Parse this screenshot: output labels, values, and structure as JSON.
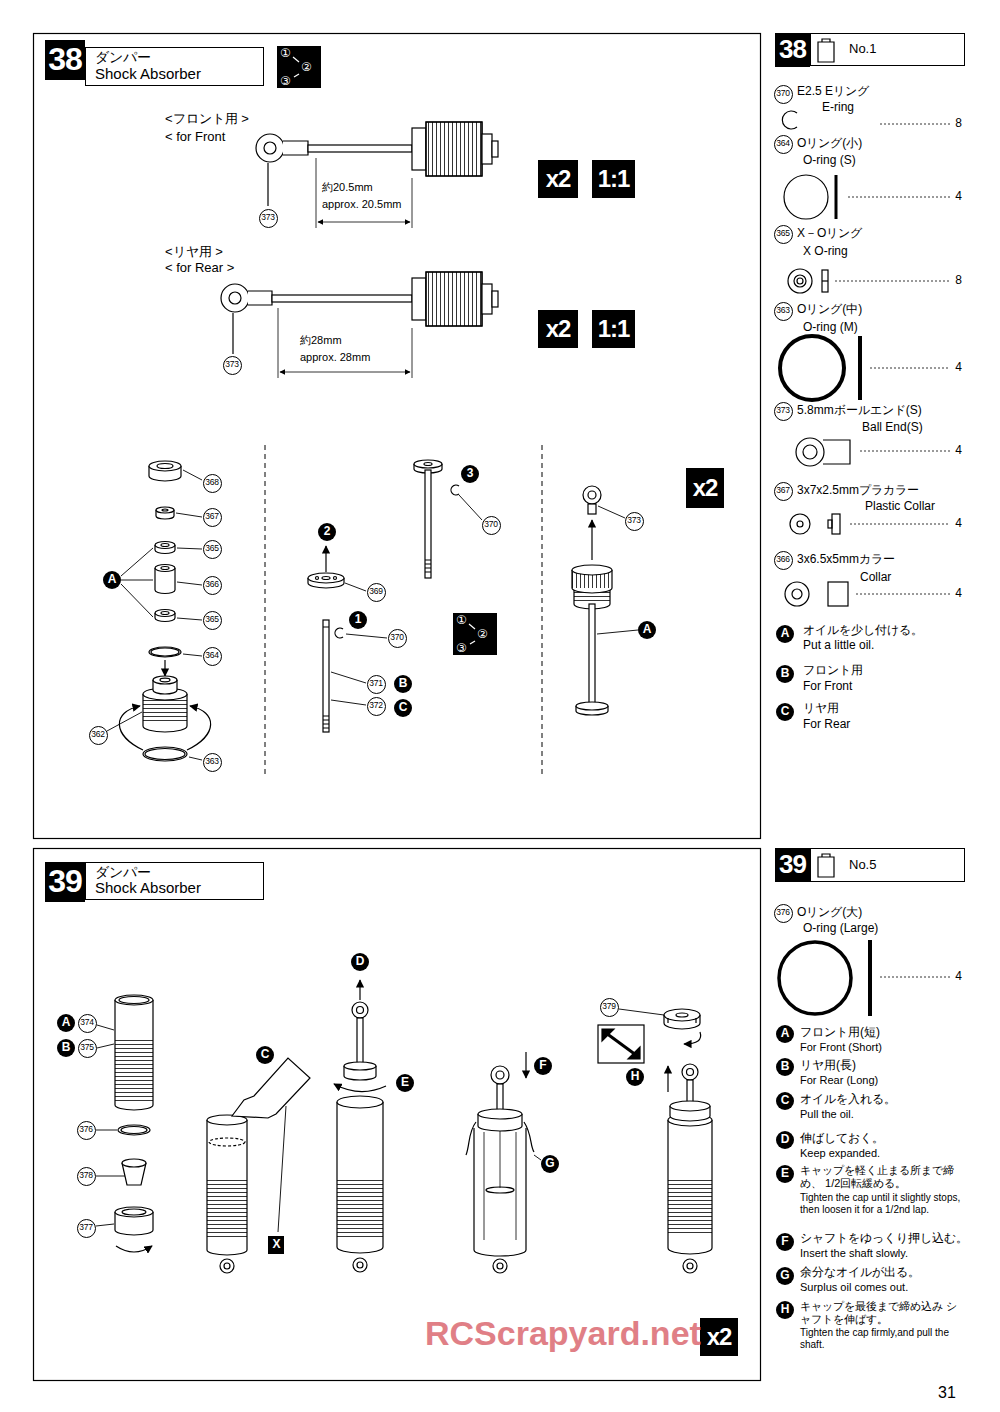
{
  "diagram": {
    "nodes": [
      {
        "text": [
          "38"
        ]
      },
      {
        "text": [
          "ダンパー",
          "Shock Absorber"
        ]
      },
      {
        "text": [
          "①",
          "②",
          "③"
        ]
      },
      {
        "text": [
          "x2"
        ]
      },
      {
        "text": [
          "1:1"
        ]
      },
      {
        "text": [
          "373"
        ]
      },
      {
        "text": [
          "x2"
        ]
      },
      {
        "text": [
          "1:1"
        ]
      },
      {
        "text": [
          "373"
        ]
      },
      {
        "text": [
          "368"
        ]
      },
      {
        "text": [
          "367"
        ]
      },
      {
        "text": [
          "365"
        ]
      },
      {
        "text": [
          "A"
        ]
      },
      {
        "text": [
          "366"
        ]
      },
      {
        "text": [
          "365"
        ]
      },
      {
        "text": [
          "364"
        ]
      },
      {
        "text": [
          "362"
        ]
      },
      {
        "text": [
          "363"
        ]
      },
      {
        "text": [
          "2"
        ]
      },
      {
        "text": [
          "3"
        ]
      },
      {
        "text": [
          "370"
        ]
      },
      {
        "text": [
          "1"
        ]
      },
      {
        "text": [
          "369"
        ]
      },
      {
        "text": [
          "370"
        ]
      },
      {
        "text": [
          "①",
          "②",
          "③"
        ]
      },
      {
        "text": [
          "371"
        ]
      },
      {
        "text": [
          "B"
        ]
      },
      {
        "text": [
          "372"
        ]
      },
      {
        "text": [
          "C"
        ]
      },
      {
        "text": [
          "x2"
        ]
      },
      {
        "text": [
          "373"
        ]
      },
      {
        "text": [
          "A"
        ]
      },
      {
        "text": [
          "38"
        ]
      },
      {
        "text": [
          "No.1"
        ]
      },
      {
        "text": [
          "370"
        ]
      },
      {
        "text": [
          "364"
        ]
      },
      {
        "text": [
          "365"
        ]
      },
      {
        "text": [
          "363"
        ]
      },
      {
        "text": [
          "373"
        ]
      },
      {
        "text": [
          "367"
        ]
      },
      {
        "text": [
          "366"
        ]
      },
      {
        "text": [
          "A"
        ]
      },
      {
        "text": [
          "B"
        ]
      },
      {
        "text": [
          "C"
        ]
      },
      {
        "text": [
          "39"
        ]
      },
      {
        "text": [
          "ダンパー",
          "Shock Absorber"
        ]
      },
      {
        "text": [
          "A"
        ]
      },
      {
        "text": [
          "374"
        ]
      },
      {
        "text": [
          "B"
        ]
      },
      {
        "text": [
          "375"
        ]
      },
      {
        "text": [
          "376"
        ]
      },
      {
        "text": [
          "378"
        ]
      },
      {
        "text": [
          "377"
        ]
      },
      {
        "text": [
          "C"
        ]
      },
      {
        "text": [
          "X"
        ]
      },
      {
        "text": [
          "D"
        ]
      },
      {
        "text": [
          "E"
        ]
      },
      {
        "text": [
          "F"
        ]
      },
      {
        "text": [
          "G"
        ]
      },
      {
        "text": [
          "379"
        ]
      },
      {
        "text": [
          "H"
        ]
      },
      {
        "text": [
          "x2"
        ]
      },
      {
        "text": [
          "39"
        ]
      },
      {
        "text": [
          "No.5"
        ]
      },
      {
        "text": [
          "376"
        ]
      },
      {
        "text": [
          "A"
        ]
      },
      {
        "text": [
          "B"
        ]
      },
      {
        "text": [
          "C"
        ]
      },
      {
        "text": [
          "D"
        ]
      },
      {
        "text": [
          "E"
        ]
      },
      {
        "text": [
          "F"
        ]
      },
      {
        "text": [
          "G"
        ]
      },
      {
        "text": [
          "H"
        ]
      }
    ],
    "labels": [
      "<フロント用 >",
      "< for Front",
      "約20.5mm",
      "approx. 20.5mm",
      "<リヤ用 >",
      "< for Rear >",
      "約28mm",
      "approx. 28mm",
      "E2.5 Eリング",
      "E-ring",
      "8",
      "Oリング(小)",
      "O-ring (S)",
      "4",
      "X－Oリング",
      "X O-ring",
      "8",
      "Oリング(中)",
      "O-ring (M)",
      "4",
      "5.8mmボールエンド(S)",
      "Ball End(S)",
      "4",
      "3x7x2.5mmプラカラー",
      "Plastic Collar",
      "4",
      "3x6.5x5mmカラー",
      "Collar",
      "4",
      "オイルを少し付ける。",
      "Put a little oil.",
      "フロント用",
      "For Front",
      "リヤ用",
      "For Rear",
      "Oリング(大)",
      "O-ring (Large)",
      "4",
      "フロント用(短)",
      "For Front (Short)",
      "リヤ用(長)",
      "For Rear (Long)",
      "オイルを入れる。",
      "Pull the oil.",
      "伸ばしておく。",
      "Keep expanded.",
      "キャップを軽く止まる所まで締め、 1/2回転緩める。",
      "Tighten the cap until it slightly stops, then loosen it for a 1/2nd lap.",
      "シャフトをゆっくり押し込む。",
      "Insert the shaft slowly.",
      "余分なオイルが出る。",
      "Surplus oil comes out.",
      "キャップを最後まで締め込み シャフトを伸ばす。",
      "Tighten the cap firmly,and pull the shaft.",
      "RCScrapyard.net",
      "31"
    ]
  }
}
